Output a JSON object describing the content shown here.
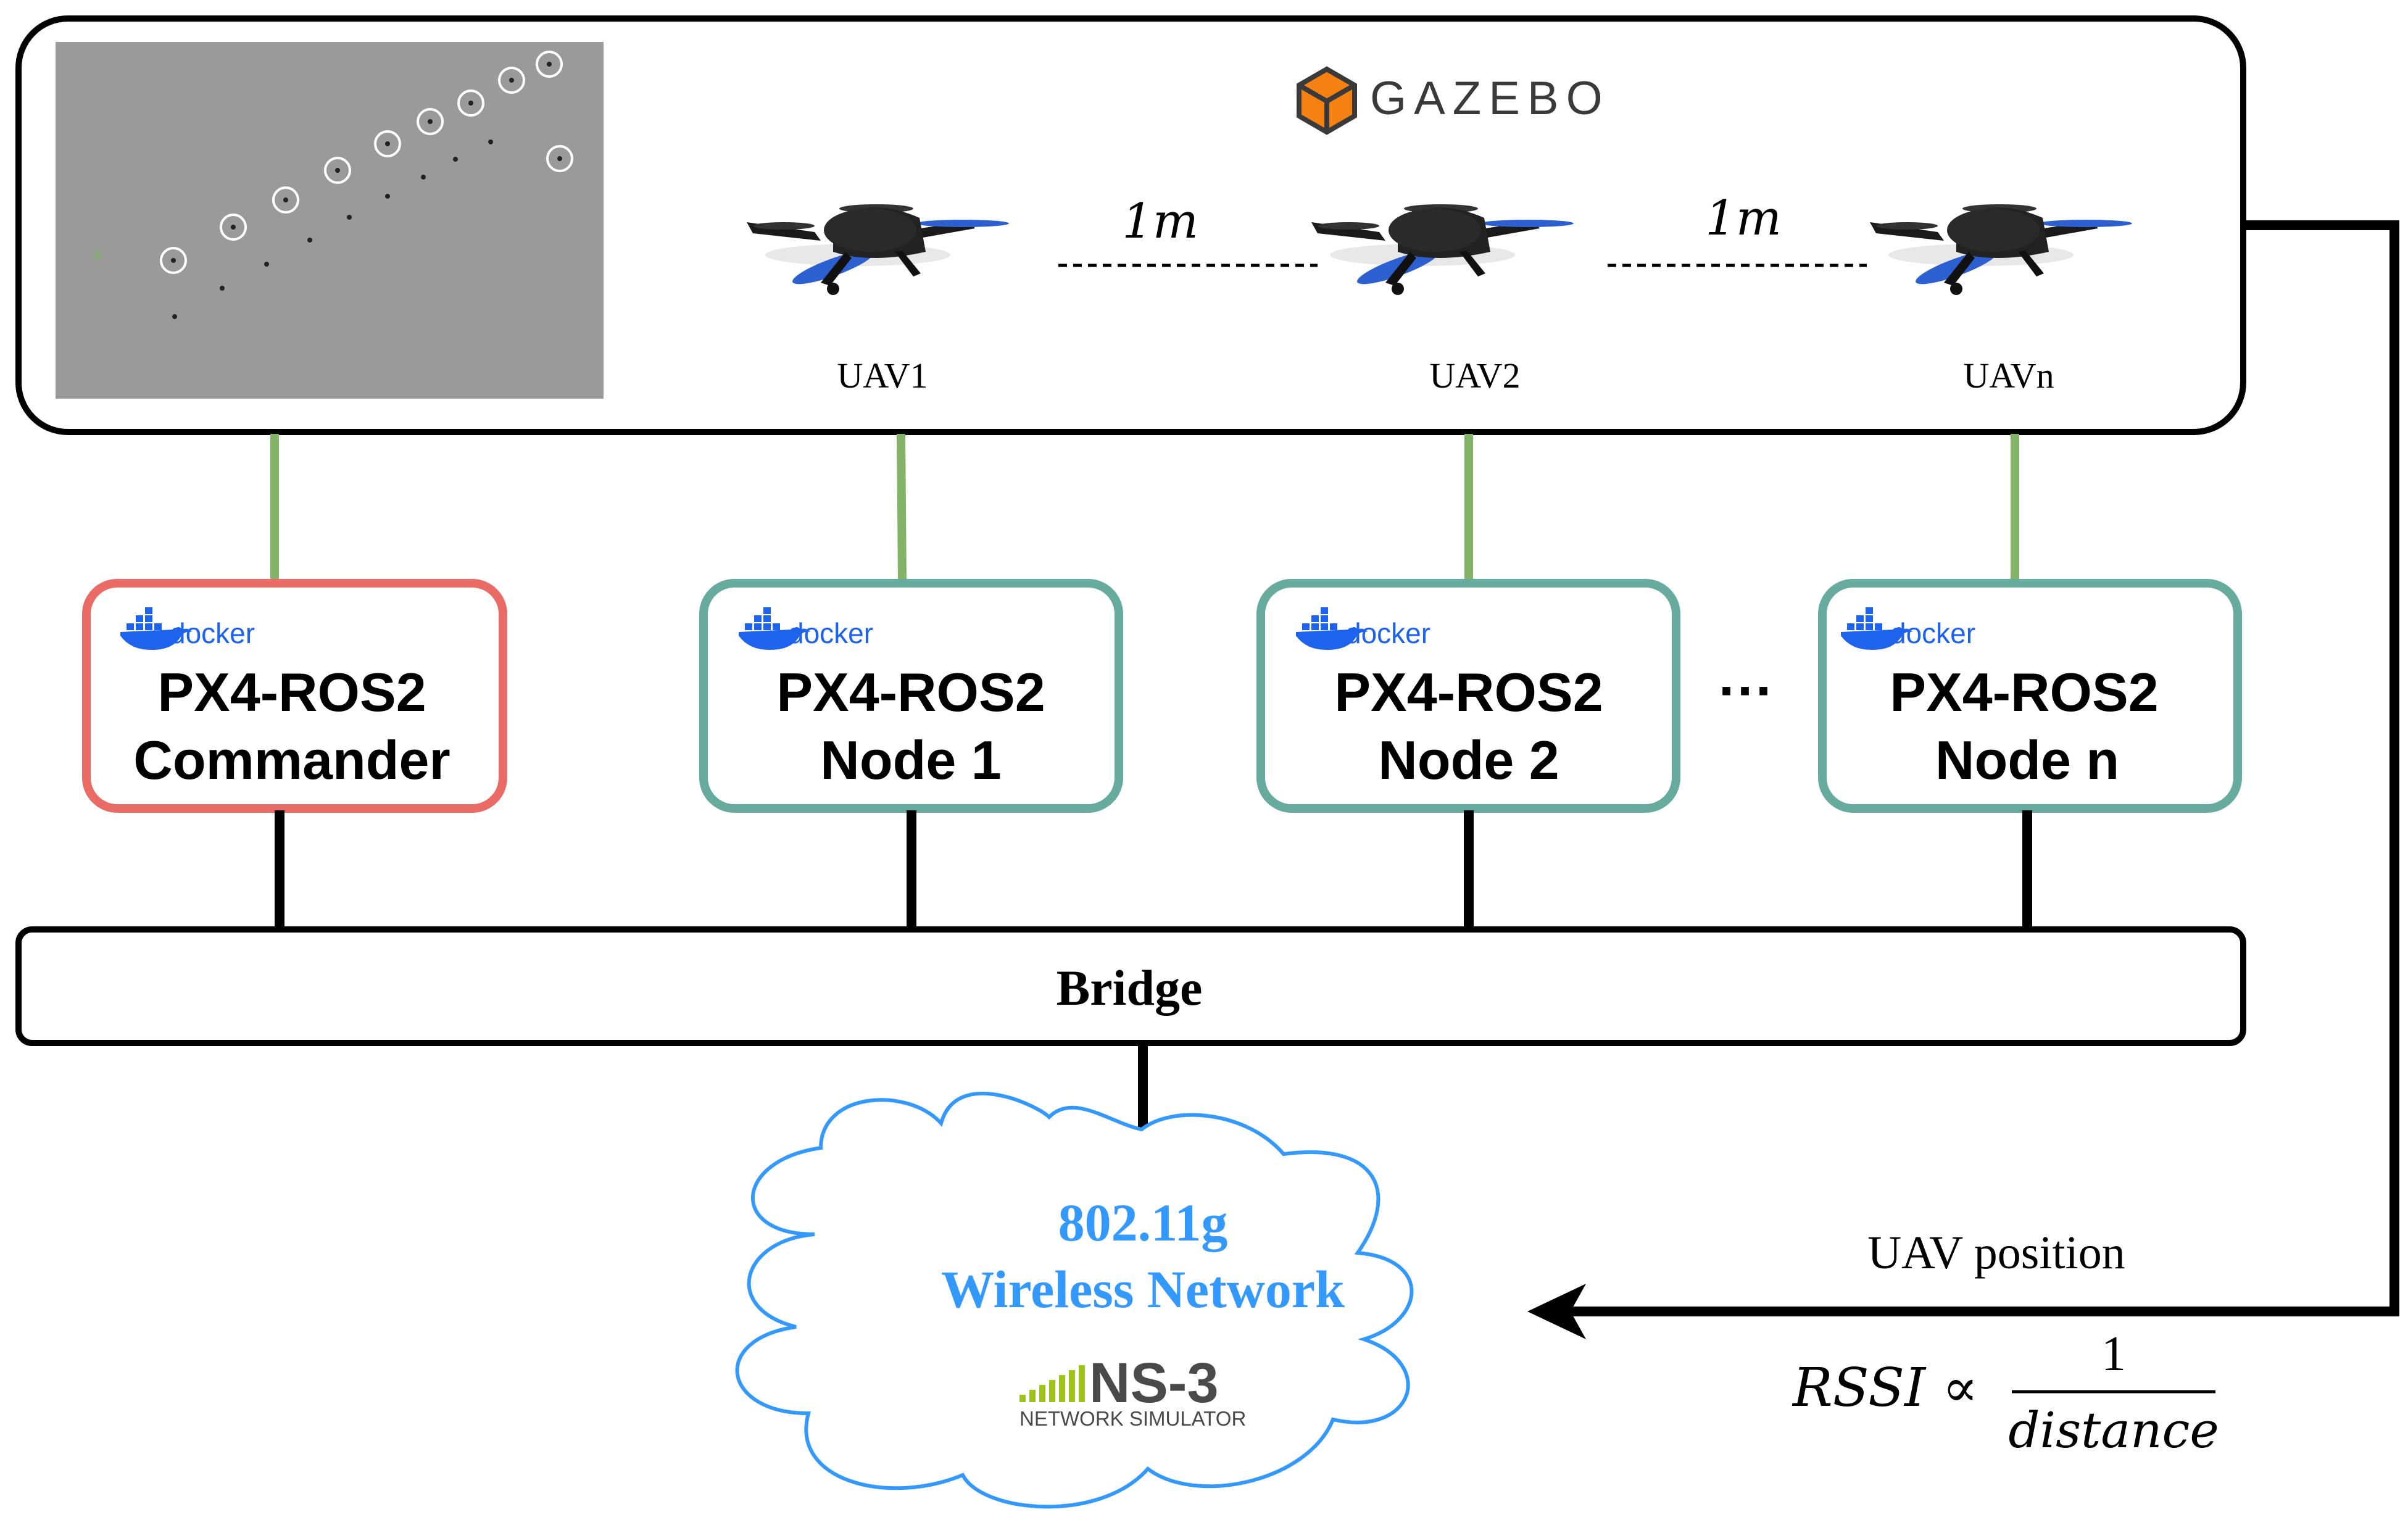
{
  "gazebo": {
    "logo_text": "GAZEBO",
    "distance_1": "1m",
    "distance_2": "1m",
    "uavs": [
      "UAV1",
      "UAV2",
      "UAVn"
    ]
  },
  "containers": [
    {
      "brand": "docker",
      "line1": "PX4-ROS2",
      "line2": "Commander",
      "role": "commander"
    },
    {
      "brand": "docker",
      "line1": "PX4-ROS2",
      "line2": "Node 1",
      "role": "node"
    },
    {
      "brand": "docker",
      "line1": "PX4-ROS2",
      "line2": "Node 2",
      "role": "node"
    },
    {
      "brand": "docker",
      "line1": "PX4-ROS2",
      "line2": "Node n",
      "role": "node"
    }
  ],
  "ellipsis": "···",
  "bridge": {
    "label": "Bridge"
  },
  "network": {
    "line1": "802.11g",
    "line2": "Wireless Network",
    "ns3_logo": "NS-3",
    "ns3_sub": "NETWORK SIMULATOR"
  },
  "feedback": {
    "label": "UAV position",
    "formula_left": "RSSI ∝",
    "formula_num": "1",
    "formula_den": "distance"
  },
  "colors": {
    "commander_border": "#ea6b66",
    "node_border": "#67ab9f",
    "green_link": "#82b366",
    "network_text": "#3399ff",
    "cloud_border": "#3399ff",
    "docker_blue": "#1d63ed",
    "ns3_green": "#9bc31c"
  }
}
